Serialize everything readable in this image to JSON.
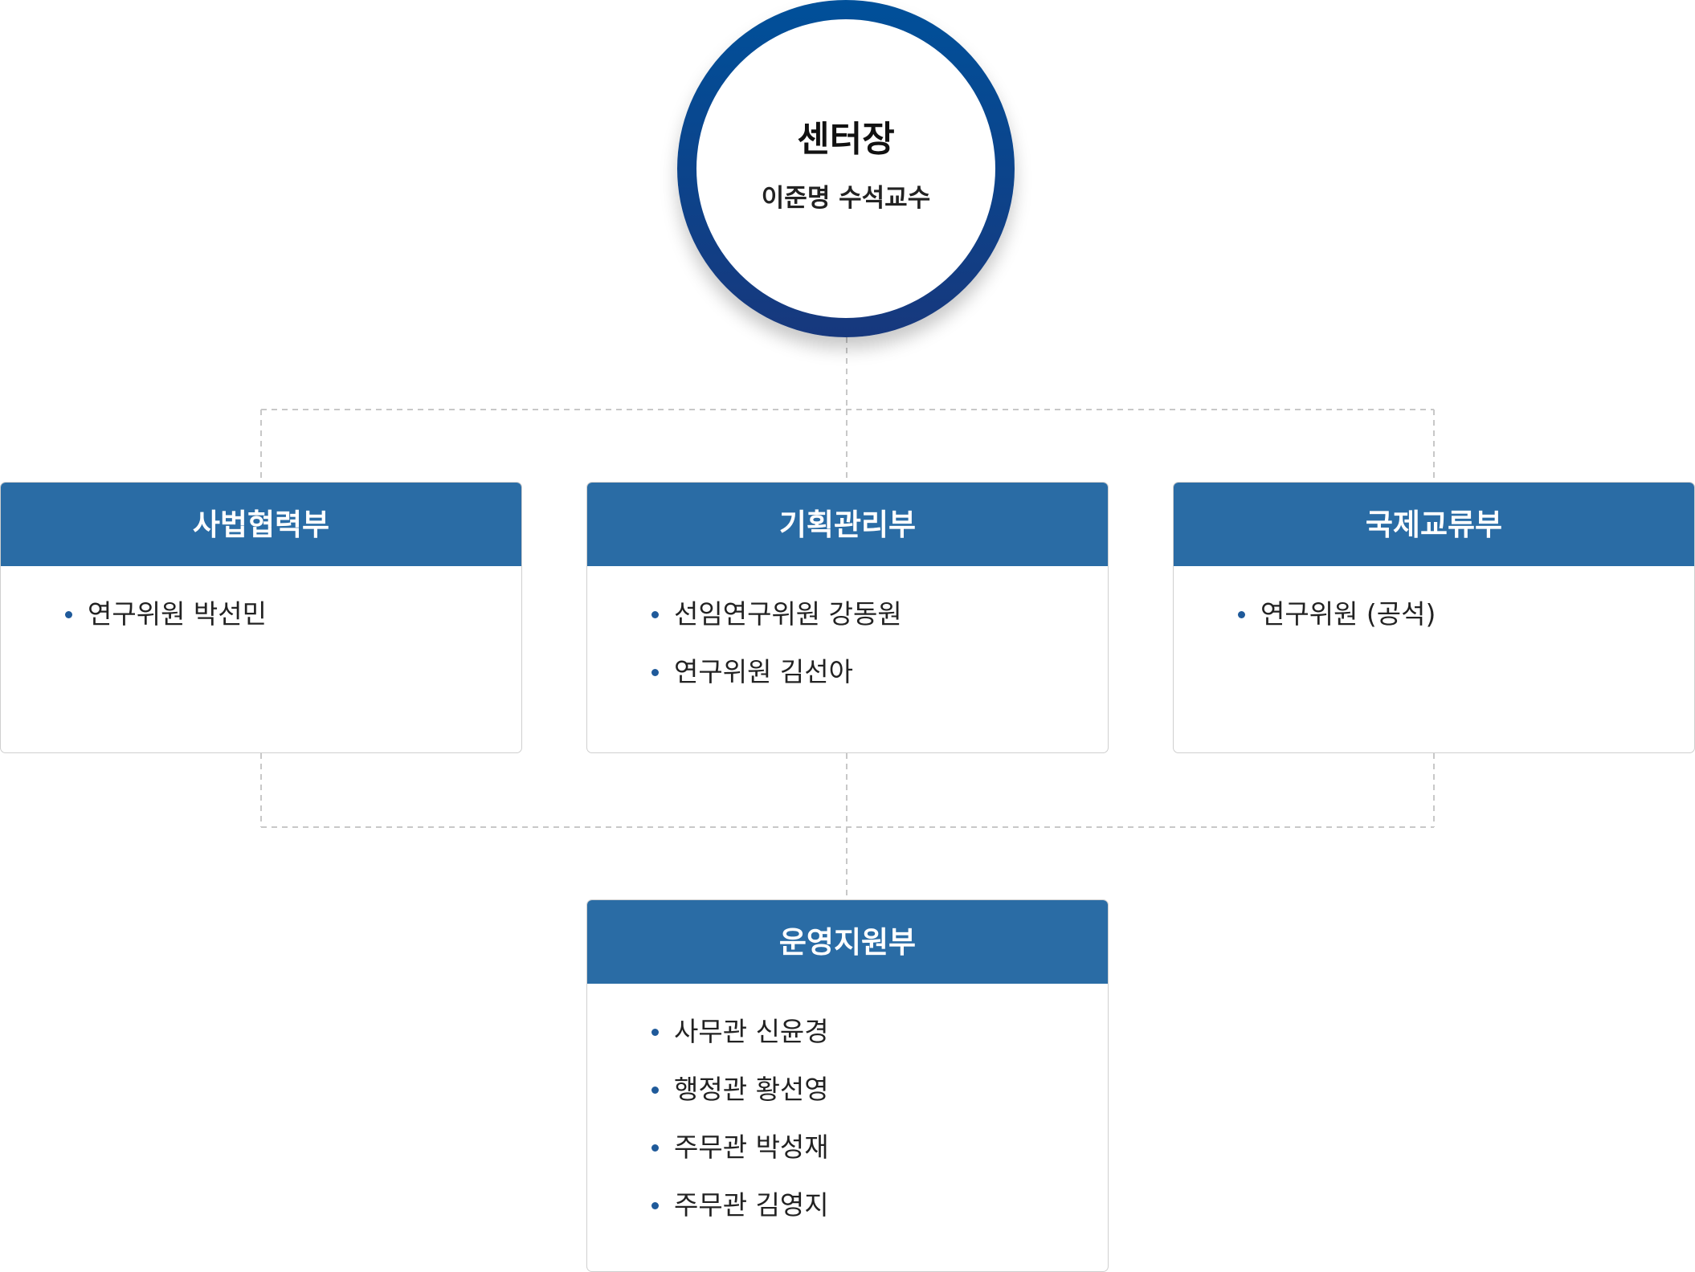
{
  "head": {
    "title": "센터장",
    "name": "이준명 수석교수"
  },
  "departments": [
    {
      "title": "사법협력부",
      "members": [
        "연구위원 박선민"
      ]
    },
    {
      "title": "기획관리부",
      "members": [
        "선임연구위원 강동원",
        "연구위원 김선아"
      ]
    },
    {
      "title": "국제교류부",
      "members": [
        "연구위원 (공석)"
      ]
    },
    {
      "title": "운영지원부",
      "members": [
        "사무관 신윤경",
        "행정관 황선영",
        "주무관 박성재",
        "주무관 김영지"
      ]
    }
  ],
  "colors": {
    "header_blue": "#2a6ca5",
    "circle_top": "#00509a",
    "circle_bottom": "#17387d",
    "bullet": "#1f5a9a",
    "connector": "#c8c8c8"
  }
}
